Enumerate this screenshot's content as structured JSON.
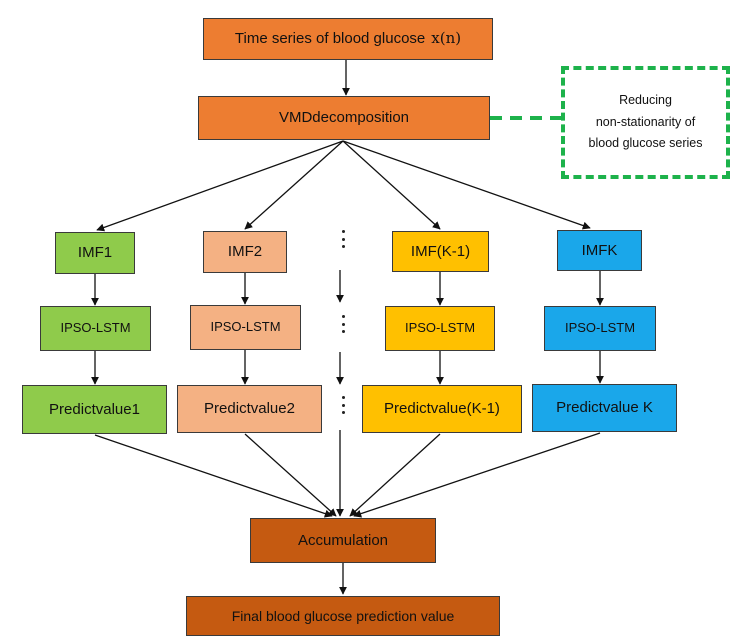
{
  "nodes": {
    "series": {
      "label": "Time series of blood glucose",
      "formula": "x(n)"
    },
    "vmd": {
      "label": "VMDdecomposition"
    },
    "note": {
      "lines": [
        "Reducing",
        "non-stationarity of",
        "blood glucose series"
      ]
    },
    "imf1": {
      "label": "IMF1"
    },
    "imf2": {
      "label": "IMF2"
    },
    "imf_k_minus_1": {
      "label": "IMF(K-1)"
    },
    "imf_k": {
      "label": "IMFK"
    },
    "model": {
      "label": "IPSO-LSTM"
    },
    "predict1": {
      "label": "Predictvalue1"
    },
    "predict2": {
      "label": "Predictvalue2"
    },
    "predict_k_minus_1": {
      "label": "Predictvalue(K-1)"
    },
    "predict_k": {
      "label": "Predictvalue K"
    },
    "accumulation": {
      "label": "Accumulation"
    },
    "final": {
      "label": "Final blood glucose prediction value"
    }
  },
  "colors": {
    "orange": "#ED7D31",
    "dark_orange": "#C55A11",
    "green": "#8FCB4B",
    "peach": "#F4B183",
    "gold": "#FFC000",
    "blue": "#1AA7EA",
    "dashed_green": "#1DB24B",
    "line": "#111111"
  }
}
